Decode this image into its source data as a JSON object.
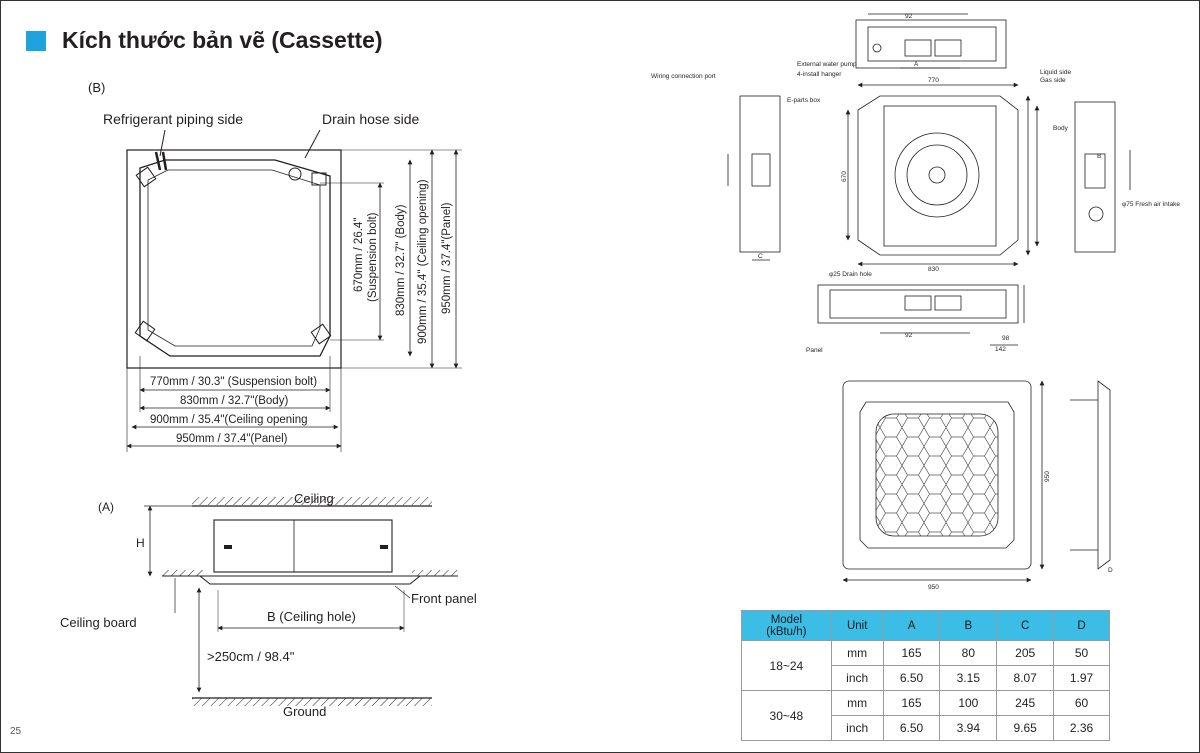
{
  "page": {
    "title": "Kích thước bản vẽ (Cassette)",
    "page_number": "25"
  },
  "figure_b": {
    "label": "(B)",
    "refrigerant_side": "Refrigerant piping side",
    "drain_side": "Drain hose side",
    "v_suspension": "670mm / 26.4\"",
    "v_suspension_sub": "(Suspension bolt)",
    "v_body": "830mm / 32.7\" (Body)",
    "v_ceiling": "900mm / 35.4\" (Ceiling opening)",
    "v_panel": "950mm / 37.4\"(Panel)",
    "h_suspension": "770mm / 30.3\" (Suspension bolt)",
    "h_body": "830mm / 32.7\"(Body)",
    "h_ceiling": "900mm / 35.4\"(Ceiling opening",
    "h_panel": "950mm / 37.4\"(Panel)"
  },
  "figure_a": {
    "label": "(A)",
    "ceiling": "Ceiling",
    "h": "H",
    "ceiling_board": "Ceiling board",
    "front_panel": "Front panel",
    "ceiling_hole": "B (Ceiling hole)",
    "height": ">250cm / 98.4\"",
    "ground": "Ground"
  },
  "technical": {
    "wiring_port": "Wiring connection port",
    "water_pump": "External water pump",
    "hanger": "4-install hanger",
    "eparts_box": "E-parts box",
    "liquid_side": "Liquid side",
    "gas_side": "Gas side",
    "body": "Body",
    "drain_hole": "φ25 Drain hole",
    "fresh_air": "φ75 Fresh air intake",
    "panel": "Panel",
    "d770": "770",
    "d830": "830",
    "d670": "670",
    "d950": "950",
    "d92": "92",
    "d98": "98",
    "d142": "142",
    "a": "A",
    "b": "B",
    "c": "C",
    "d": "D"
  },
  "spec_table": {
    "headers": [
      "Model\n(kBtu/h)",
      "Unit",
      "A",
      "B",
      "C",
      "D"
    ],
    "rows": [
      {
        "model": "18~24",
        "unit": "mm",
        "a": "165",
        "b": "80",
        "c": "205",
        "d": "50"
      },
      {
        "model": "",
        "unit": "inch",
        "a": "6.50",
        "b": "3.15",
        "c": "8.07",
        "d": "1.97"
      },
      {
        "model": "30~48",
        "unit": "mm",
        "a": "165",
        "b": "100",
        "c": "245",
        "d": "60"
      },
      {
        "model": "",
        "unit": "inch",
        "a": "6.50",
        "b": "3.94",
        "c": "9.65",
        "d": "2.36"
      }
    ]
  }
}
